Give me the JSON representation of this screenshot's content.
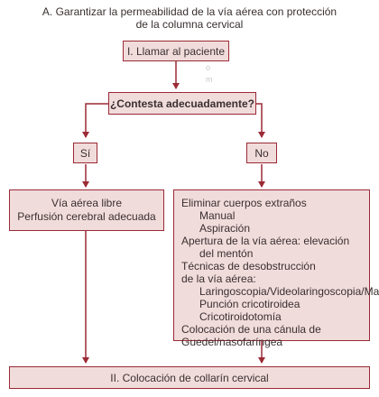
{
  "title_line1": "A. Garantizar la permeabilidad de la vía aérea con protección",
  "title_line2": "de la columna cervical",
  "step1": "I. Llamar al paciente",
  "ghost_marks": [
    "o",
    "m"
  ],
  "question": "¿Contesta adecuadamente?",
  "yes": "Sí",
  "no": "No",
  "yes_result_line1": "Vía aérea libre",
  "yes_result_line2": "Perfusión cerebral adecuada",
  "no_actions": [
    "Eliminar cuerpos extraños",
    "Manual",
    "Aspiración",
    "Apertura de la vía aérea: elevación",
    "del mentón",
    "Técnicas de desobstrucción",
    "de la vía aérea:",
    "Laringoscopia/Videolaringoscopia/Magill",
    "Punción cricotiroidea",
    "Cricotiroidotomía",
    "Colocación de una cánula de",
    "Guedel/nasofaríngea"
  ],
  "step2": "II. Colocación de collarín cervical",
  "colors": {
    "line": "#9b2a35",
    "fill": "#f1dcdc"
  }
}
